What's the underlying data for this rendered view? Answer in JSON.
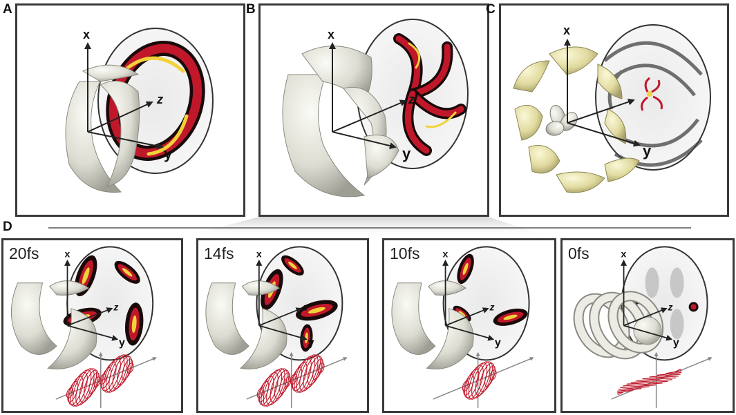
{
  "panels": {
    "A": {
      "label": "A"
    },
    "B": {
      "label": "B"
    },
    "C": {
      "label": "C"
    },
    "D": {
      "label": "D"
    }
  },
  "axes": {
    "x": "x",
    "y": "y",
    "z": "z"
  },
  "subpanels": [
    {
      "time": "20fs"
    },
    {
      "time": "14fs"
    },
    {
      "time": "10fs"
    },
    {
      "time": "0fs"
    }
  ],
  "colors": {
    "hot": "#c0182a",
    "shell": "#e3e3d9",
    "shell_gold": "#e6e2b0",
    "frame": "#3a3a3a"
  }
}
